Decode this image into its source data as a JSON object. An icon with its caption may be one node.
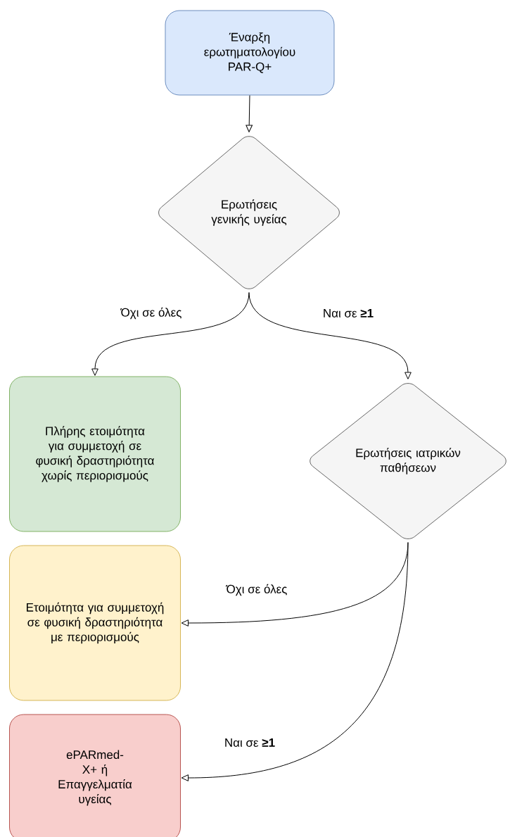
{
  "diagram": {
    "nodes": [
      {
        "text": [
          "Έναρξη ερωτηματολογίου PAR-Q+"
        ]
      },
      {
        "text": [
          "Ερωτήσεις γενικής υγείας"
        ]
      },
      {
        "text": [
          "Πλήρης ετοιμότητα για συμμετοχή σε φυσική δραστηριότητα χωρίς περιορισμούς"
        ]
      },
      {
        "text": [
          "Ερωτήσεις ιατρικών παθήσεων"
        ]
      },
      {
        "text": [
          "Ετοιμότητα για συμμετοχή σε φυσική δραστηριότητα με περιορισμούς"
        ]
      },
      {
        "text": [
          "ePARmed-X+ ή Επαγγελματία υγείας"
        ]
      }
    ],
    "edges": [
      {
        "from": 0,
        "to": 1,
        "arrow": "to"
      },
      {
        "from": 1,
        "to": 2,
        "arrow": "to",
        "label": "Όχι σε όλες"
      },
      {
        "from": 1,
        "to": 3,
        "arrow": "to",
        "label": "Ναι σε **≥1**"
      },
      {
        "from": 3,
        "to": 4,
        "arrow": "to",
        "label": "Όχι σε όλες"
      },
      {
        "from": 3,
        "to": 5,
        "arrow": "to",
        "label": "Ναι σε **≥1**"
      }
    ]
  }
}
